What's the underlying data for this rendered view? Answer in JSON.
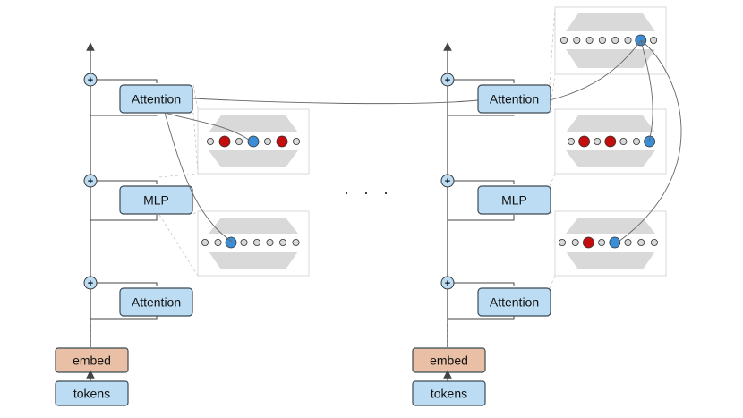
{
  "colors": {
    "block_fill": "#bcdcf3",
    "block_stroke": "#3c4a55",
    "embed_fill": "#e9c0a5",
    "neuron_gray": "#d8d8d8",
    "neuron_blue": "#3b8ed6",
    "neuron_red": "#c40d0d",
    "panel_shape": "#d9d9d9",
    "line": "#666666"
  },
  "left_stack": {
    "blocks": [
      "Attention",
      "MLP",
      "Attention"
    ],
    "embed": "embed",
    "tokens": "tokens"
  },
  "right_stack": {
    "blocks": [
      "Attention",
      "MLP",
      "Attention"
    ],
    "embed": "embed",
    "tokens": "tokens"
  },
  "residual_symbol": "+",
  "ellipsis": ". . .",
  "panels": {
    "left_upper": [
      "gray",
      "red",
      "gray",
      "blue",
      "gray",
      "red",
      "gray"
    ],
    "left_lower": [
      "gray",
      "gray",
      "blue",
      "gray",
      "gray",
      "gray",
      "gray",
      "gray"
    ],
    "right_top": [
      "gray",
      "gray",
      "gray",
      "gray",
      "gray",
      "gray",
      "blue",
      "gray"
    ],
    "right_mid": [
      "gray",
      "red",
      "gray",
      "red",
      "gray",
      "gray",
      "blue"
    ],
    "right_low": [
      "gray",
      "gray",
      "red",
      "gray",
      "blue",
      "gray",
      "gray",
      "gray"
    ]
  },
  "icons": [
    "residual-add-icon",
    "arrow-up-icon"
  ]
}
